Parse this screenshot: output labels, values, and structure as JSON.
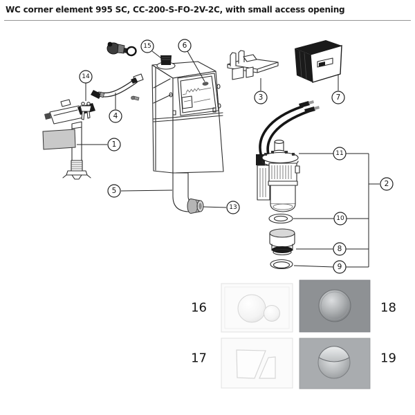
{
  "header": {
    "title": "WC corner element 995 SC, CC-200-S-FO-2V-2C, with small access opening"
  },
  "callouts": {
    "c1": "1",
    "c2": "2",
    "c3": "3",
    "c4": "4",
    "c5": "5",
    "c6": "6",
    "c7": "7",
    "c8": "8",
    "c9": "9",
    "c10": "10",
    "c11": "11",
    "c13": "13",
    "c14": "14",
    "c15": "15"
  },
  "plates": {
    "p16": {
      "label": "16",
      "plate_color": "#fbfbfb"
    },
    "p17": {
      "label": "17",
      "plate_color": "#fbfbfb"
    },
    "p18": {
      "label": "18",
      "plate_color": "#8e9194"
    },
    "p19": {
      "label": "19",
      "plate_color": "#a9acaf"
    }
  },
  "colors": {
    "line": "#2b2b2b",
    "title_text": "#1a1a1a",
    "rule": "#949494",
    "dark_part": "#1a1a1a",
    "float_cup_gray": "#c9c9c9",
    "pipe_sleeve_gray": "#b5b5b5",
    "basket_lid_gray": "#d8d8d8",
    "white_plate": "#fbfbfb",
    "plate18_gray": "#8e9194",
    "plate19_gray": "#a9acaf"
  }
}
